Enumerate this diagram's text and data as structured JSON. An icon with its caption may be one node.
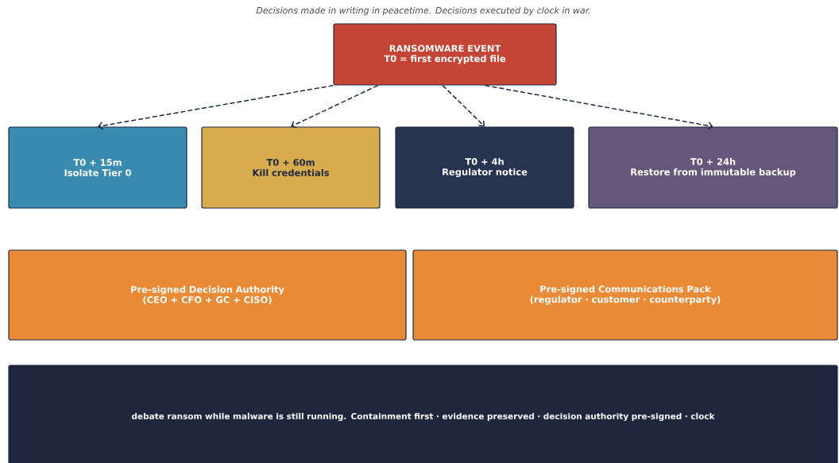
{
  "diagram": {
    "title": "Decisions made in writing in peacetime. Decisions executed by clock in war.",
    "nodes": [
      {
        "text": [
          "RANSOMWARE EVENT",
          "T0 = first encrypted file"
        ]
      },
      {
        "text": [
          "T0 + 15m",
          "Isolate Tier 0"
        ]
      },
      {
        "text": [
          "T0 + 60m",
          "Kill credentials"
        ]
      },
      {
        "text": [
          "T0 + 4h",
          "Regulator notice"
        ]
      },
      {
        "text": [
          "T0 + 24h",
          "Restore from immutable backup"
        ]
      },
      {
        "text": [
          "Pre-signed Decision Authority",
          "(CEO + CFO + GC + CISO)"
        ]
      },
      {
        "text": [
          "Pre-signed Communications Pack",
          "(regulator · customer · counterparty)"
        ]
      },
      {
        "text": [
          "debate ransom while malware is still running. Containment first · evidence preserved · decision authority pre-signed · clock"
        ]
      }
    ],
    "edges": [
      {
        "from": 0,
        "to": 1,
        "arrow": "to",
        "style": "dashed"
      },
      {
        "from": 0,
        "to": 2,
        "arrow": "to",
        "style": "dashed"
      },
      {
        "from": 0,
        "to": 3,
        "arrow": "to",
        "style": "dashed"
      },
      {
        "from": 0,
        "to": 4,
        "arrow": "to",
        "style": "dashed"
      }
    ]
  }
}
